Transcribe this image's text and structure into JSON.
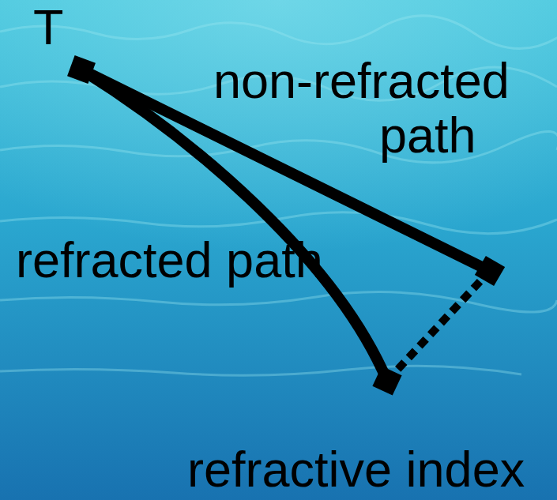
{
  "diagram": {
    "labels": [
      "T",
      "non-refracted path",
      "refracted path",
      "refractive index"
    ]
  }
}
